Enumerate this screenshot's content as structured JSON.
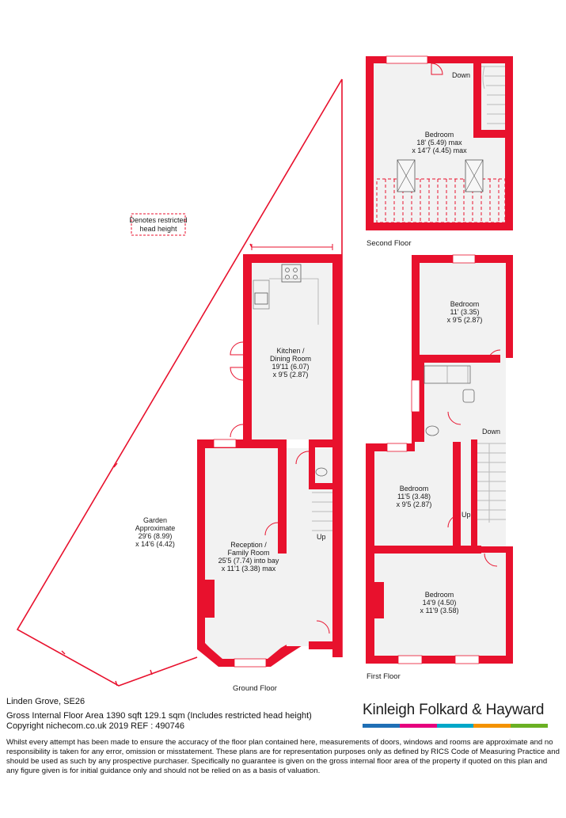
{
  "legend": {
    "line1": "Denotes restricted",
    "line2": "head height"
  },
  "floors": {
    "second": "Second Floor",
    "first": "First Floor",
    "ground": "Ground Floor"
  },
  "rooms": {
    "bedroom_top": {
      "name": "Bedroom",
      "dim1": "18' (5.49) max",
      "dim2": "x 14'7 (4.45) max"
    },
    "bedroom_1a": {
      "name": "Bedroom",
      "dim1": "11' (3.35)",
      "dim2": "x 9'5 (2.87)"
    },
    "bedroom_1b": {
      "name": "Bedroom",
      "dim1": "11'5 (3.48)",
      "dim2": "x 9'5 (2.87)"
    },
    "bedroom_1c": {
      "name": "Bedroom",
      "dim1": "14'9 (4.50)",
      "dim2": "x 11'9 (3.58)"
    },
    "kitchen": {
      "name1": "Kitchen /",
      "name2": "Dining Room",
      "dim1": "19'11 (6.07)",
      "dim2": "x 9'5 (2.87)"
    },
    "reception": {
      "name1": "Reception /",
      "name2": "Family Room",
      "dim1": "25'5 (7.74) into bay",
      "dim2": "x 11'1 (3.38) max"
    },
    "garden": {
      "name1": "Garden",
      "name2": "Approximate",
      "dim1": "29'6 (8.99)",
      "dim2": "x 14'6 (4.42)"
    }
  },
  "stairs": {
    "down_top": "Down",
    "down_first": "Down",
    "up_first": "Up",
    "up_ground": "Up"
  },
  "footer": {
    "address": "Linden Grove, SE26",
    "area": "Gross Internal Floor Area 1390 sqft 129.1 sqm (Includes restricted head height)",
    "copyright": "Copyright nichecom.co.uk 2019 REF : 490746",
    "disclaimer": "Whilst every attempt has been made to ensure the accuracy of the floor plan contained here, measurements of doors, windows and rooms are approximate and no responsibility is taken for any error, omission or misstatement.  These plans are for representation purposes only as defined by RICS Code of Measuring Practice and should be used as such by any prospective purchaser.  Specifically no guarantee is given on the gross internal floor area of the property if quoted on this plan and any figure given is for initial guidance only and should not be relied on as a basis of valuation."
  },
  "brand": {
    "name": "Kinleigh Folkard & Hayward",
    "colors": [
      "#1f6fb5",
      "#e6007e",
      "#00a7c8",
      "#f39200",
      "#6ab023"
    ]
  },
  "colors": {
    "wall": "#e8112d",
    "floor": "#f2f2f2"
  }
}
